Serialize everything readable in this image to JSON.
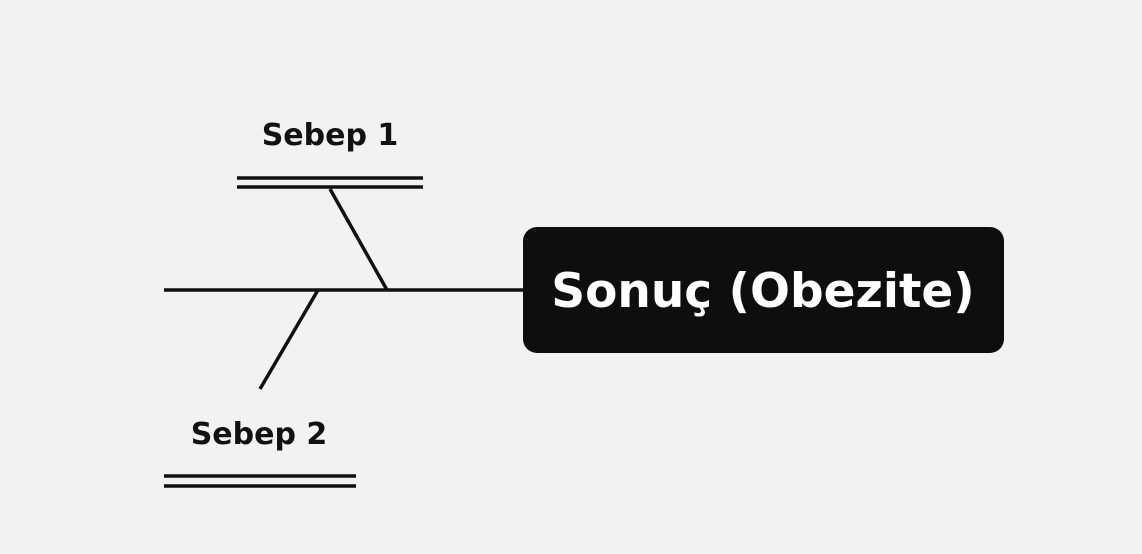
{
  "colors": {
    "background": "#f2f2f2",
    "line": "#111111",
    "effect_box": "#0e0e0e",
    "effect_text": "#ffffff"
  },
  "causes": [
    {
      "label": "Sebep 1"
    },
    {
      "label": "Sebep 2"
    }
  ],
  "effect": {
    "label": "Sonuç (Obezite)"
  }
}
